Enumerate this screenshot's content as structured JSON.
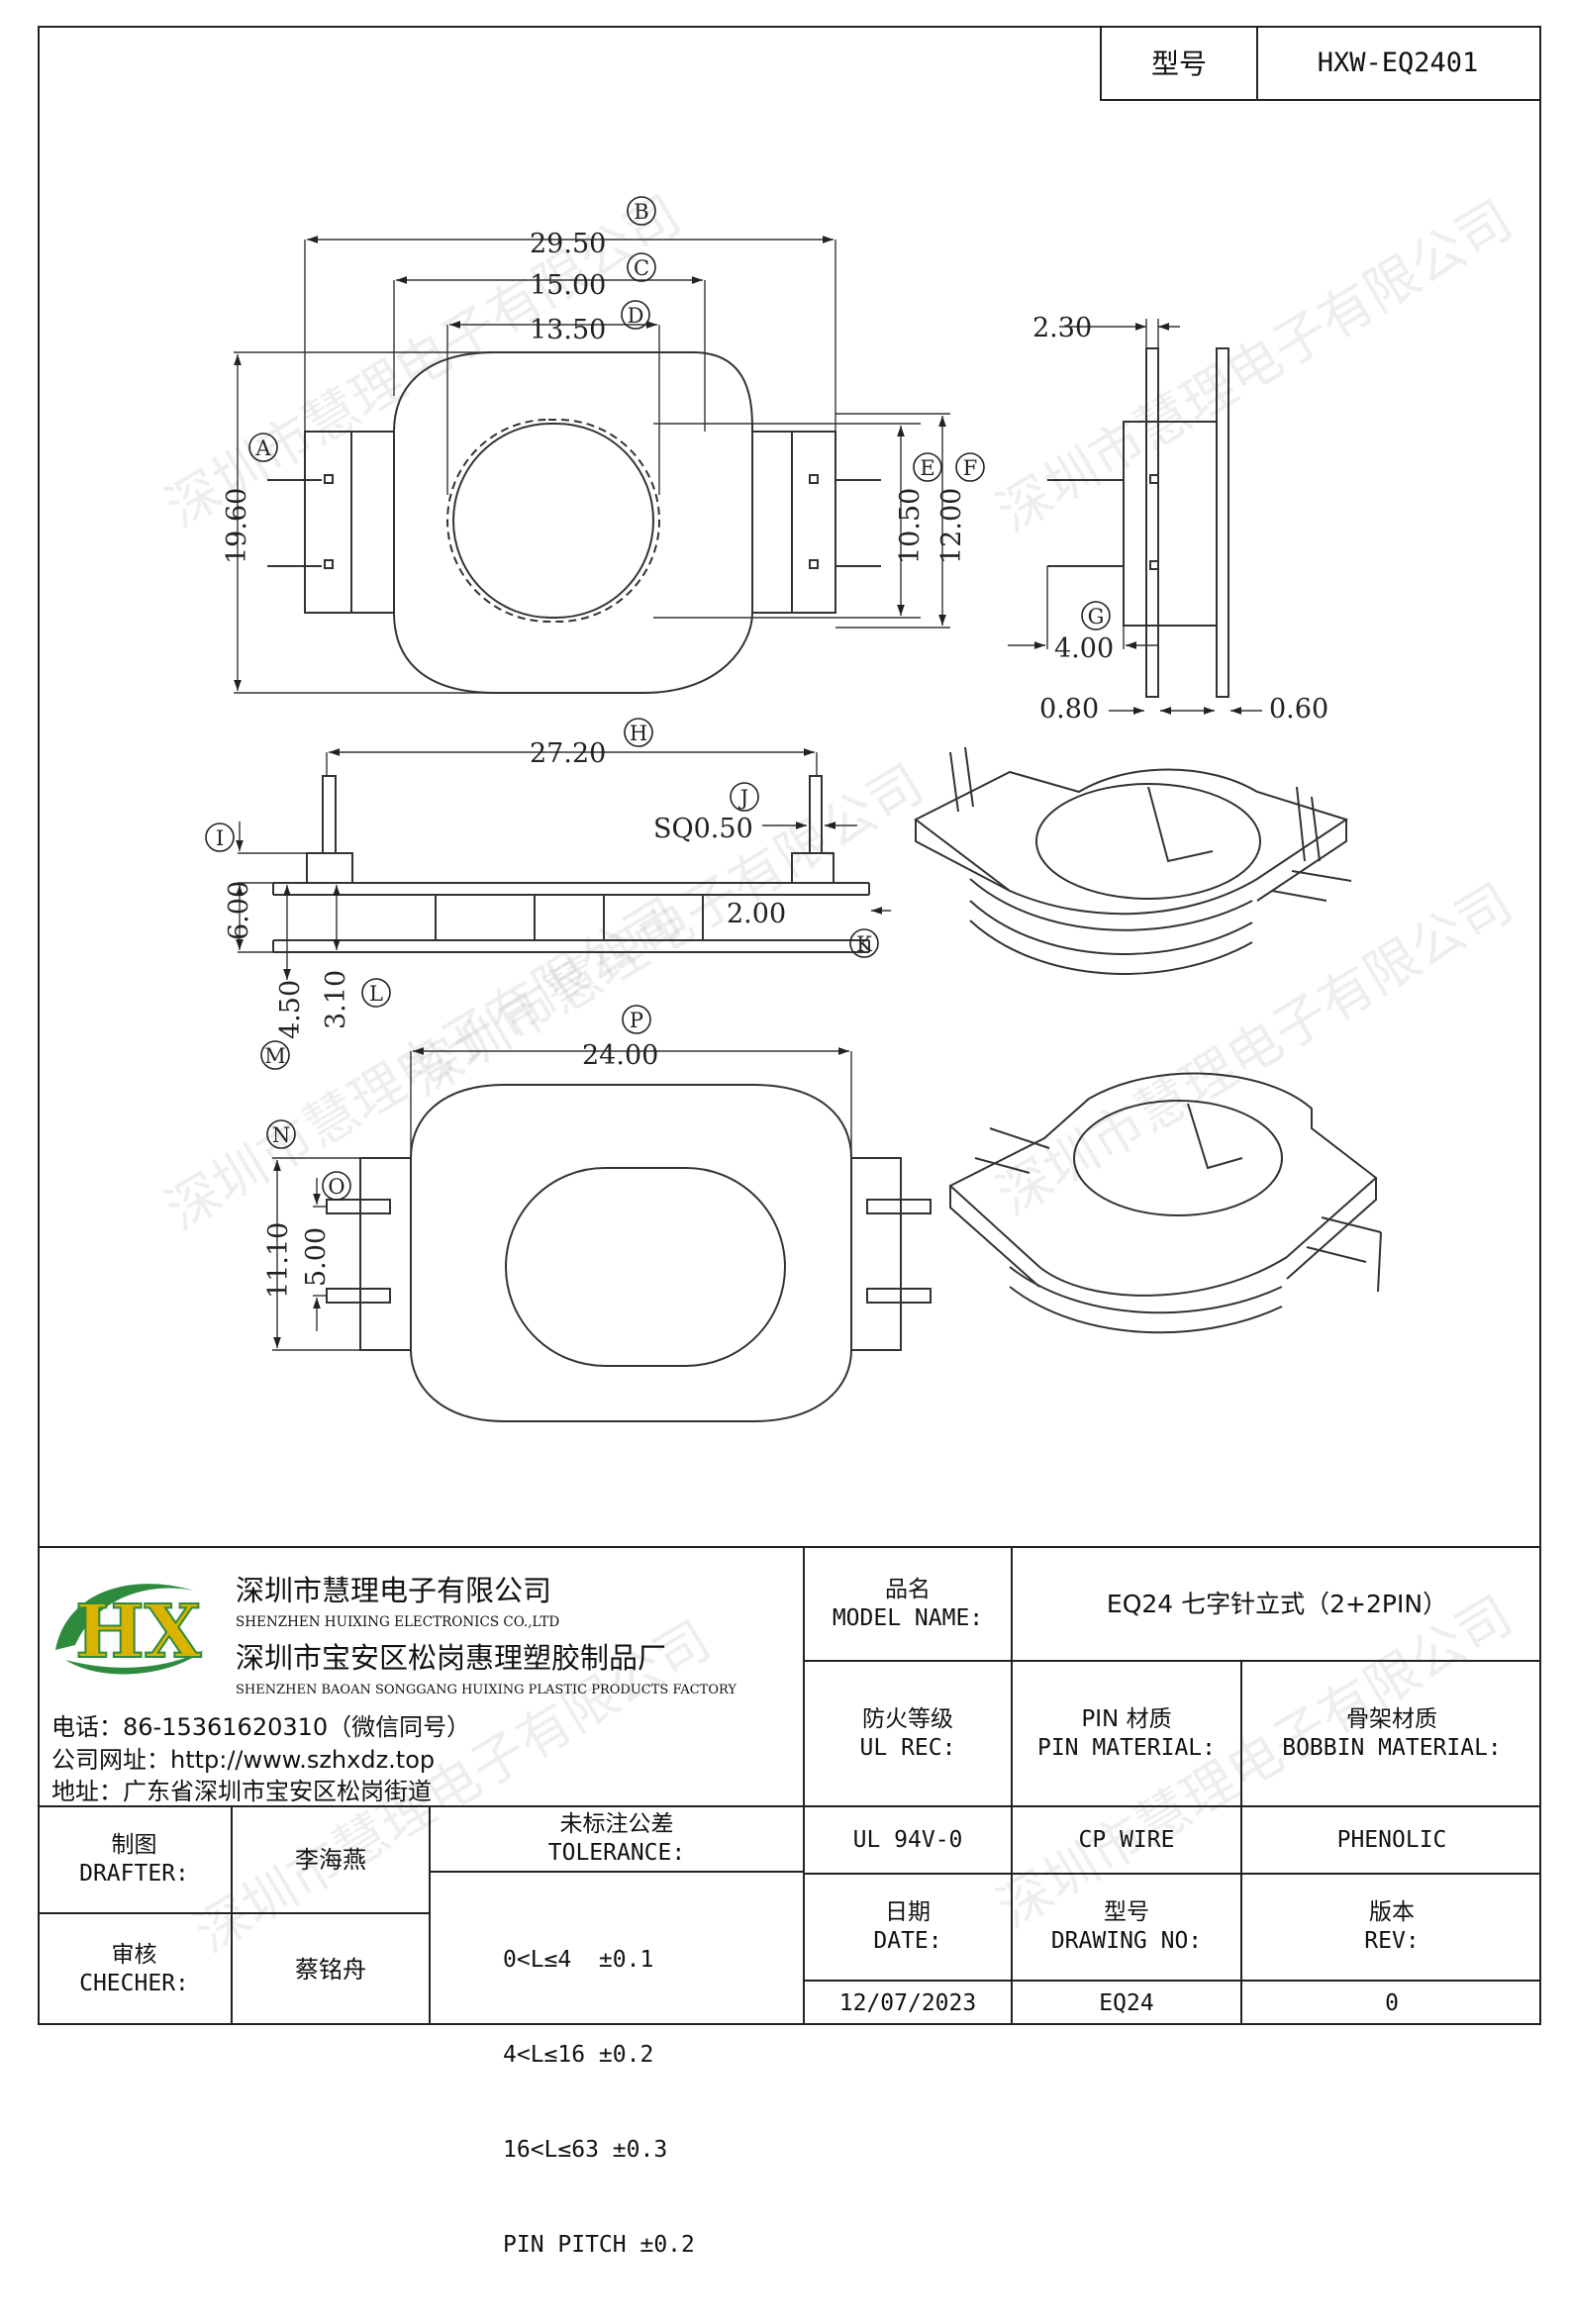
{
  "model_label": "型号",
  "model_value": "HXW-EQ2401",
  "watermark": "深圳市慧理电子有限公司",
  "dimensions": {
    "B": "29.50",
    "C": "15.00",
    "D": "13.50",
    "A": "19.60",
    "E": "10.50",
    "F": "12.00",
    "side_top": "2.30",
    "G": "4.00",
    "side_left": "0.80",
    "side_right": "0.60",
    "H": "27.20",
    "J": "SQ0.50",
    "I": "6.00",
    "K": "2.00",
    "L": "3.10",
    "M": "4.50",
    "P": "24.00",
    "N": "11.10",
    "O": "5.00"
  },
  "markers": {
    "A": "A",
    "B": "B",
    "C": "C",
    "D": "D",
    "E": "E",
    "F": "F",
    "G": "G",
    "H": "H",
    "I": "I",
    "J": "J",
    "K": "K",
    "L": "L",
    "M": "M",
    "N": "N",
    "O": "O",
    "P": "P"
  },
  "logo_text": "HX",
  "company": {
    "name_cn_1": "深圳市慧理电子有限公司",
    "name_en_1": "SHENZHEN HUIXING ELECTRONICS CO.,LTD",
    "name_cn_2": "深圳市宝安区松岗惠理塑胶制品厂",
    "name_en_2": "SHENZHEN BAOAN SONGGANG HUIXING PLASTIC PRODUCTS FACTORY",
    "phone": "电话：86-15361620310（微信同号）",
    "website": "公司网址：http://www.szhxdz.top",
    "address": "地址：广东省深圳市宝安区松岗街道"
  },
  "title_block": {
    "product_name_cn": "品名",
    "product_name_en": "MODEL NAME:",
    "product_name_value": "EQ24 七字针立式（2+2PIN）",
    "ul_cn": "防火等级",
    "ul_en": "UL REC:",
    "pin_cn": "PIN 材质",
    "pin_en": "PIN MATERIAL:",
    "bobbin_cn": "骨架材质",
    "bobbin_en": "BOBBIN MATERIAL:",
    "ul_value": "UL 94V-0",
    "pin_value": "CP WIRE",
    "bobbin_value": "PHENOLIC",
    "drafter_cn": "制图",
    "drafter_en": "DRAFTER:",
    "drafter_name": "李海燕",
    "checker_cn": "审核",
    "checker_en": "CHECHER:",
    "checker_name": "蔡铭舟",
    "tolerance_cn": "未标注公差",
    "tolerance_en": "TOLERANCE:",
    "tolerances": [
      "0<L≤4  ±0.1",
      "4<L≤16 ±0.2",
      "16<L≤63 ±0.3",
      "PIN PITCH ±0.2"
    ],
    "date_cn": "日期",
    "date_en": "DATE:",
    "drawing_cn": "型号",
    "drawing_en": "DRAWING NO:",
    "rev_cn": "版本",
    "rev_en": "REV:",
    "date_value": "12/07/2023",
    "drawing_value": "EQ24",
    "rev_value": "0"
  }
}
